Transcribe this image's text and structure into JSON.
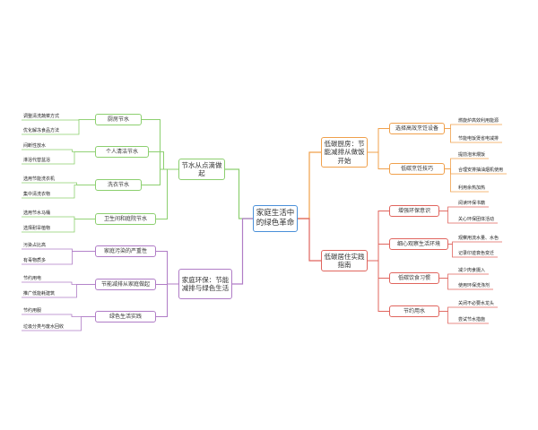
{
  "colors": {
    "root": "#4a90d9",
    "water": "#8ccf6f",
    "protect": "#b07cc6",
    "kitchen": "#f0a04b",
    "lowcarbon": "#e0655e"
  },
  "root": {
    "label": "家庭生活中的绿色革命"
  },
  "branches": [
    {
      "label": "节水从点滴做起",
      "side": "left",
      "color": "water",
      "children": [
        {
          "label": "厨房节水",
          "leaves": [
            "调整清洗蔬菜方式",
            "优化解冻食品方法"
          ]
        },
        {
          "label": "个人清洁节水",
          "leaves": [
            "间断性放水",
            "淋浴代替盆浴"
          ]
        },
        {
          "label": "洗衣节水",
          "leaves": [
            "选用节能洗衣机",
            "集中清洗衣物"
          ]
        },
        {
          "label": "卫生间和庭院节水",
          "leaves": [
            "选用节水马桶",
            "选择耐旱植物"
          ]
        }
      ]
    },
    {
      "label": "家庭环保：节能减排与绿色生活",
      "side": "left",
      "color": "protect",
      "children": [
        {
          "label": "家庭污染的严重性",
          "leaves": [
            "污染占比高",
            "有毒物质多"
          ]
        },
        {
          "label": "节能减排从家庭做起",
          "leaves": [
            "节约用电",
            "推广低能耗建筑"
          ]
        },
        {
          "label": "绿色生活实践",
          "leaves": [
            "节约用服",
            "垃圾分类与废水回收"
          ]
        }
      ]
    },
    {
      "label": "低碳厨房：节能减排从做饭开始",
      "side": "right",
      "color": "kitchen",
      "children": [
        {
          "label": "选择高效烹饪设备",
          "leaves": [
            "燃旋炉高效利用能源",
            "节能电饭煲省电减排"
          ]
        },
        {
          "label": "低碳烹饪技巧",
          "leaves": [
            "提前泡米煨饭",
            "合理安排抽油烟机使用",
            "利用余热加热"
          ]
        }
      ]
    },
    {
      "label": "低碳居住实践指南",
      "side": "right",
      "color": "lowcarbon",
      "children": [
        {
          "label": "增强环保意识",
          "leaves": [
            "阅读环保书籍",
            "关心环保团体活动"
          ]
        },
        {
          "label": "细心观察生活环境",
          "leaves": [
            "观察用流水量、水色",
            "记录印迹衰色变迁"
          ]
        },
        {
          "label": "低碳饮食习惯",
          "leaves": [
            "减少肉食摄入",
            "使用环保洗涤剂"
          ]
        },
        {
          "label": "节约用水",
          "leaves": [
            "关闭不必要水龙头",
            "尝试节水措施"
          ]
        }
      ]
    }
  ]
}
